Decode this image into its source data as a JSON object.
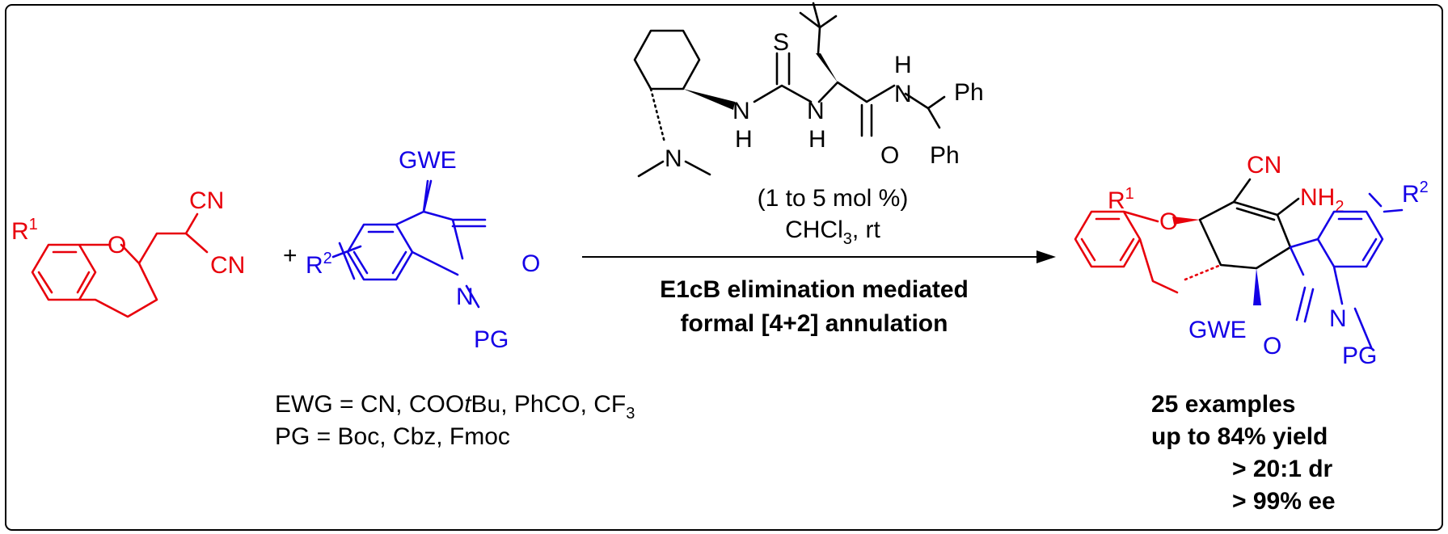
{
  "colors": {
    "substrate": "#e8000b",
    "oxindole": "#1400e6",
    "catalyst": "#000000"
  },
  "substrate": {
    "r_group": "R",
    "r_index": "1",
    "oxygen": "O",
    "cn_upper": "CN",
    "cn_lower": "CN"
  },
  "plus": "+",
  "oxindole": {
    "r_group": "R",
    "r_index": "2",
    "ewg": "GWE",
    "carbonyl_o": "O",
    "nitrogen": "N",
    "protecting_group": "PG"
  },
  "catalyst": {
    "sulfur": "S",
    "thiourea_nh_1": "N",
    "thiourea_h_1": "H",
    "thiourea_nh_2": "N",
    "thiourea_h_2": "H",
    "amide_o": "O",
    "amide_n": "N",
    "amide_h": "H",
    "ph_upper": "Ph",
    "ph_lower": "Ph",
    "dimethylamino_n": "N"
  },
  "conditions": {
    "loading": "(1 to 5 mol %)",
    "solvent_main": "CHCl",
    "solvent_sub": "3",
    "solvent_tail": ", rt",
    "mechanism_line1": "E1cB elimination mediated",
    "mechanism_line2": "formal [4+2] annulation"
  },
  "scope": {
    "ewg_prefix": "EWG = CN, COO",
    "ewg_italic": "t",
    "ewg_mid": "Bu, PhCO, CF",
    "ewg_sub": "3",
    "pg_line": "PG = Boc, Cbz, Fmoc"
  },
  "product": {
    "r1": "R",
    "r1_index": "1",
    "r2": "R",
    "r2_index": "2",
    "oxygen": "O",
    "cn": "CN",
    "nh2": "NH",
    "nh2_sub": "2",
    "ewg": "GWE",
    "carbonyl_o": "O",
    "nitrogen": "N",
    "protecting_group": "PG"
  },
  "results": {
    "examples": "25 examples",
    "yield": "up to 84% yield",
    "dr": "> 20:1 dr",
    "ee": "> 99% ee"
  }
}
